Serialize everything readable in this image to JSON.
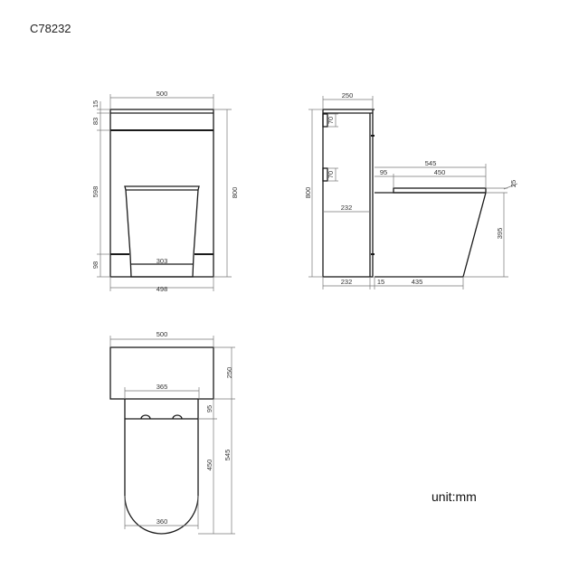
{
  "title": "C78232",
  "unit": "unit:mm",
  "front_view": {
    "width_top": "500",
    "width_bottom": "498",
    "pan_base_width": "303",
    "height_total": "800",
    "dim_top": "15",
    "dim_panel": "83",
    "dim_body": "598",
    "dim_plinth": "98"
  },
  "side_view": {
    "unit_depth": "250",
    "height_total": "800",
    "flush_button_1": "70",
    "flush_button_2": "70",
    "inner_depth": "232",
    "pan_projection": "545",
    "seat_offset": "95",
    "seat_length": "450",
    "seat_thickness": "25",
    "pan_height": "395",
    "base_cabinet": "232",
    "gap": "15",
    "pan_base_depth": "435"
  },
  "top_view": {
    "unit_width": "500",
    "unit_depth": "250",
    "pan_width_top": "365",
    "hinge_offset": "95",
    "seat_length": "450",
    "pan_projection": "545",
    "pan_width": "360"
  }
}
